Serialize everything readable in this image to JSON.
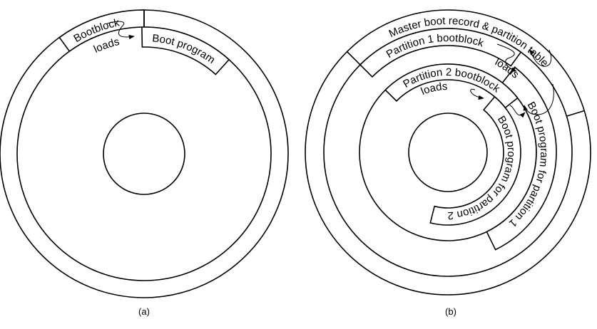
{
  "panel_a": {
    "caption": "(a)",
    "bootblock_label": "Bootblock",
    "loads_label": "loads",
    "boot_program_label": "Boot program"
  },
  "panel_b": {
    "caption": "(b)",
    "mbr_label": "Master boot record & partition table",
    "p1_bootblock_label": "Partition 1 bootblock",
    "p1_loads_label": "loads",
    "p1_boot_program_label": "Boot program for partition 1",
    "p2_bootblock_label": "Partition 2 bootblock",
    "p2_loads_label": "loads",
    "p2_boot_program_label": "Boot program for partition 2"
  }
}
